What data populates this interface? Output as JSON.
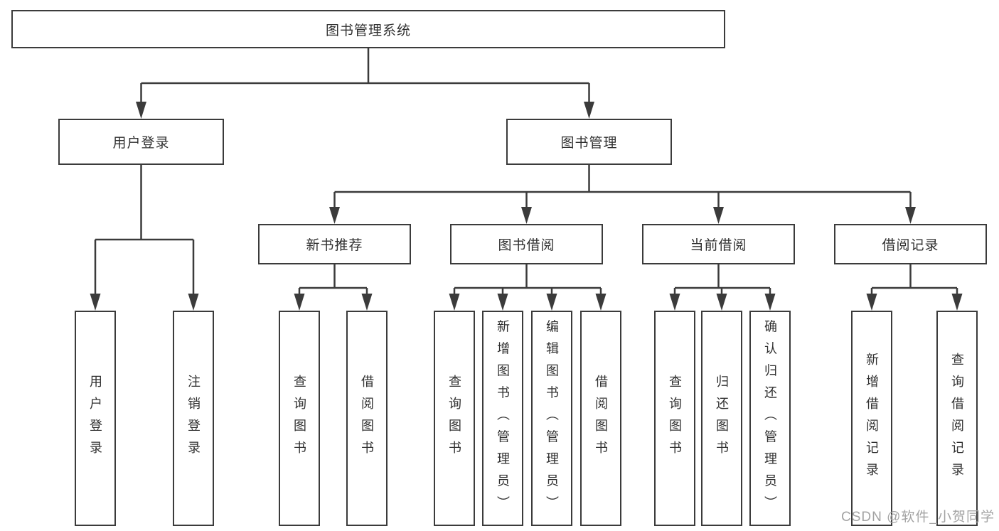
{
  "tree": {
    "label": "图书管理系统",
    "children": [
      {
        "label": "用户登录",
        "children": [
          {
            "label": "用户登录"
          },
          {
            "label": "注销登录"
          }
        ]
      },
      {
        "label": "图书管理",
        "children": [
          {
            "label": "新书推荐",
            "children": [
              {
                "label": "查询图书"
              },
              {
                "label": "借阅图书"
              }
            ]
          },
          {
            "label": "图书借阅",
            "children": [
              {
                "label": "查询图书"
              },
              {
                "label": "新增图书（管理员）"
              },
              {
                "label": "编辑图书（管理员）"
              },
              {
                "label": "借阅图书"
              }
            ]
          },
          {
            "label": "当前借阅",
            "children": [
              {
                "label": "查询图书"
              },
              {
                "label": "归还图书"
              },
              {
                "label": "确认归还（管理员）"
              }
            ]
          },
          {
            "label": "借阅记录",
            "children": [
              {
                "label": "新增借阅记录"
              },
              {
                "label": "查询借阅记录"
              }
            ]
          }
        ]
      }
    ]
  },
  "watermark": {
    "text": "CSDN @软件_小贺同学"
  },
  "colors": {
    "line": "#3b3b3b",
    "text": "#303030",
    "background": "#ffffff",
    "watermark": "#a3a3a3"
  }
}
